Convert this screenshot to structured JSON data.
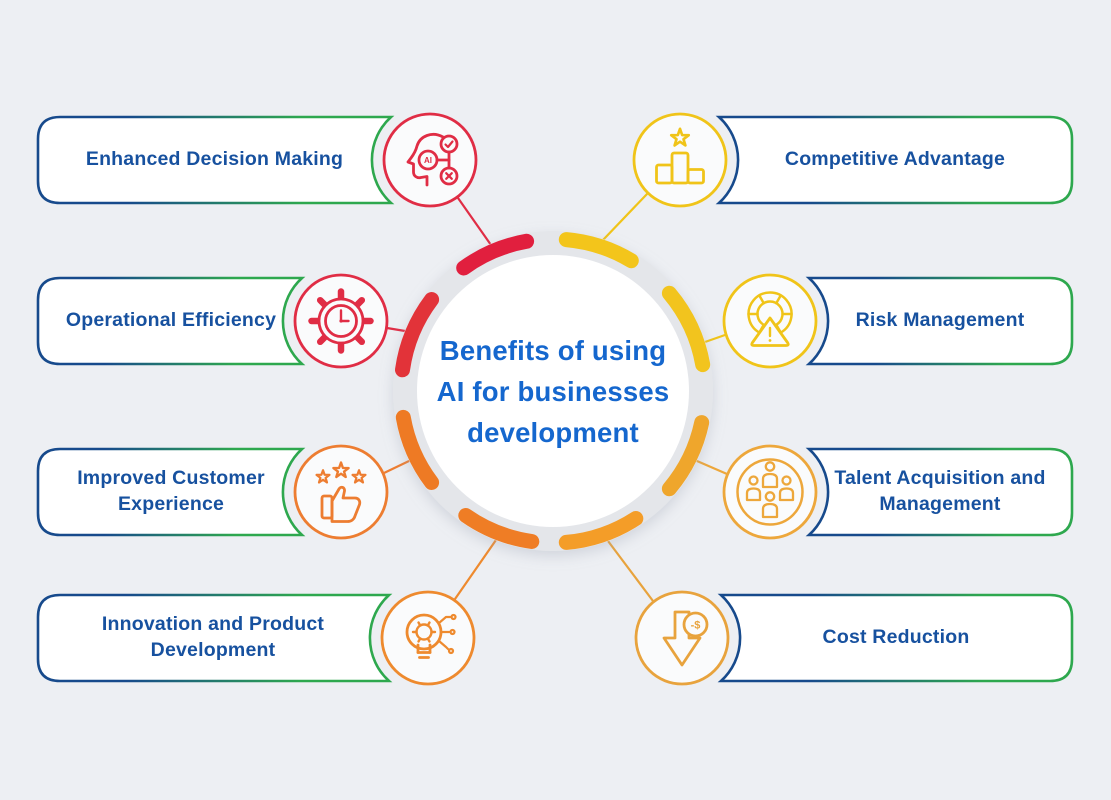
{
  "page": {
    "background": "#EDEFF3"
  },
  "title": {
    "lines": [
      "Benefits of using",
      "AI for businesses",
      "development"
    ],
    "color": "#1567CE"
  },
  "palette": {
    "navy_border": "#174A8C",
    "green_border": "#2EA84E",
    "label_text": "#17519F",
    "red": "#E02D45",
    "yellow": "#F0C419",
    "orange": "#ED7D31",
    "amber": "#EDA73B",
    "deep_orange": "#EE8A2E",
    "gold_orange": "#E8A33D",
    "hub_ring_gray": "#E4E6EA"
  },
  "ring_segment_colors": [
    "#E11F3E",
    "#F3C51B",
    "#F2C41E",
    "#EFA62C",
    "#F49D28",
    "#EF7D25",
    "#EE7A24",
    "#E23339"
  ],
  "benefits": [
    {
      "label": "Enhanced Decision Making",
      "icon": "ai-decision-icon",
      "color": "#E02D45",
      "icon_text": "AI",
      "side": "left"
    },
    {
      "label": "Operational Efficiency",
      "icon": "gear-clock-icon",
      "color": "#E02D45",
      "side": "left"
    },
    {
      "label": "Improved Customer Experience",
      "icon": "thumbs-up-stars-icon",
      "color": "#ED7D31",
      "side": "left"
    },
    {
      "label": "Innovation and Product Development",
      "icon": "lightbulb-gear-icon",
      "color": "#EE8A2E",
      "side": "left"
    },
    {
      "label": "Competitive Advantage",
      "icon": "podium-star-icon",
      "color": "#F0C419",
      "side": "right"
    },
    {
      "label": "Risk Management",
      "icon": "gauge-warning-icon",
      "color": "#F0C419",
      "side": "right"
    },
    {
      "label": "Talent Acquisition and Management",
      "icon": "people-group-icon",
      "color": "#EDA73B",
      "side": "right"
    },
    {
      "label": "Cost Reduction",
      "icon": "dollar-down-arrow-icon",
      "color": "#E8A33D",
      "coin_text": "-$",
      "side": "right"
    }
  ]
}
